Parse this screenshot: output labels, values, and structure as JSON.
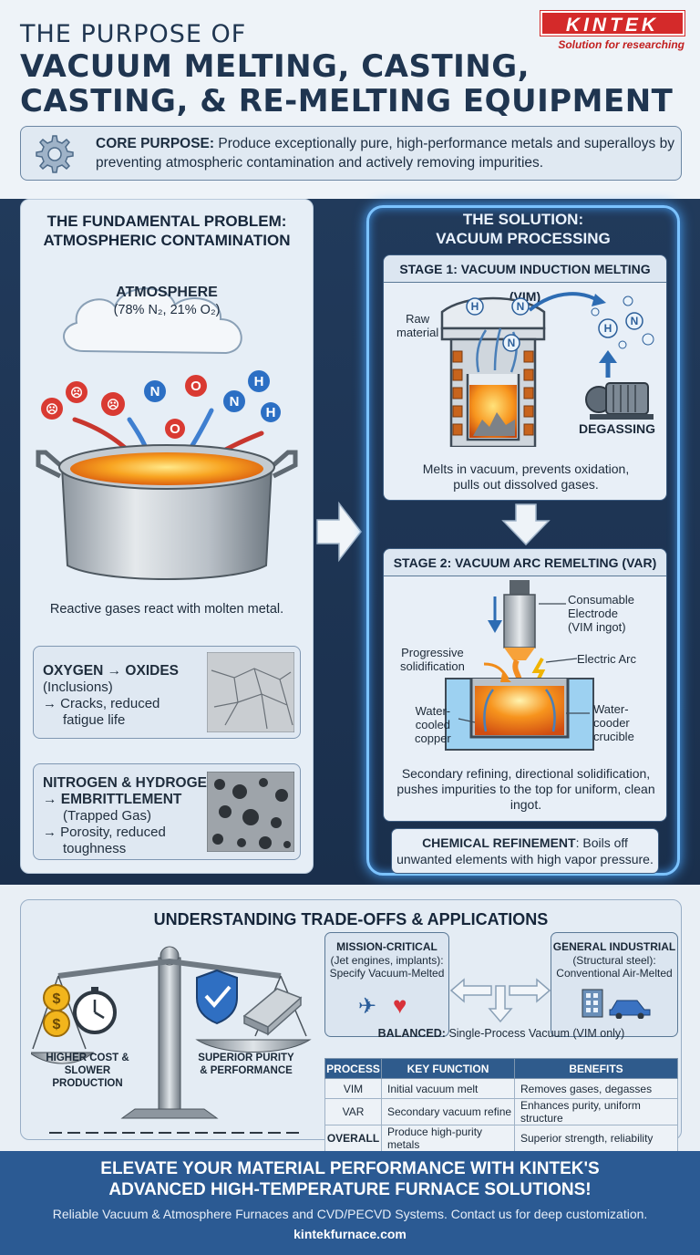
{
  "header": {
    "title_line1": "THE PURPOSE OF",
    "title_line2": "VACUUM MELTING, CASTING,",
    "title_line3": "CASTING, & RE-MELTING EQUIPMENT",
    "logo_text": "KINTEK",
    "logo_tagline": "Solution for researching",
    "core_label": "CORE PURPOSE:",
    "core_text": " Produce exceptionally pure, high-performance metals and superalloys by preventing atmospheric contamination and actively removing impurities."
  },
  "problem": {
    "title_line1": "THE FUNDAMENTAL PROBLEM:",
    "title_line2": "ATMOSPHERIC CONTAMINATION",
    "cloud_title": "ATMOSPHERE",
    "cloud_sub": "(78% N₂, 21% O₂)",
    "gas_symbols": [
      "N",
      "O",
      "N",
      "H",
      "O",
      "H"
    ],
    "caption": "Reactive gases react with molten metal.",
    "oxygen_title": "OXYGEN → OXIDES",
    "oxygen_sub": "(Inclusions)",
    "oxygen_effect1": "→ Cracks, reduced",
    "oxygen_effect2": "fatigue life",
    "nitrogen_title1": "NITROGEN & HYDROGEN",
    "nitrogen_title2": "→ EMBRITTLEMENT",
    "nitrogen_sub": "(Trapped Gas)",
    "nitrogen_effect1": "→ Porosity, reduced",
    "nitrogen_effect2": "toughness"
  },
  "solution": {
    "title_line1": "THE SOLUTION:",
    "title_line2": "VACUUM PROCESSING",
    "stage1": {
      "title": "STAGE 1: VACUUM INDUCTION MELTING (VIM)",
      "raw_label1": "Raw",
      "raw_label2": "material",
      "degassing": "DEGASSING",
      "gas_symbols": [
        "H",
        "N",
        "N",
        "H",
        "N"
      ],
      "caption1": "Melts in vacuum, prevents oxidation,",
      "caption2": "pulls out dissolved gases."
    },
    "stage2": {
      "title": "STAGE 2: VACUUM ARC REMELTING (VAR)",
      "electrode1": "Consumable",
      "electrode2": "Electrode",
      "electrode3": "(VIM ingot)",
      "progressive1": "Progressive",
      "progressive2": "solidification",
      "arc": "Electric Arc",
      "water_left1": "Water-",
      "water_left2": "cooled",
      "water_left3": "copper",
      "water_right1": "Water-",
      "water_right2": "cooder",
      "water_right3": "crucible",
      "caption1": "Secondary refining, directional solidification,",
      "caption2": "pushes impurities to the top for uniform, clean",
      "caption3": "ingot."
    },
    "chem_label": "CHEMICAL REFINEMENT",
    "chem_text1": ": Boils off",
    "chem_text2": "unwanted elements with high vapor pressure."
  },
  "tradeoffs": {
    "title": "UNDERSTANDING TRADE-OFFS & APPLICATIONS",
    "left_pan1": "HIGHER COST &",
    "left_pan2": "SLOWER PRODUCTION",
    "right_pan1": "SUPERIOR PURITY",
    "right_pan2": "& PERFORMANCE",
    "mission_title": "MISSION-CRITICAL",
    "mission_sub1": "(Jet engines, implants):",
    "mission_sub2": "Specify Vacuum-Melted",
    "general_title": "GENERAL INDUSTRIAL",
    "general_sub1": "(Structural steel):",
    "general_sub2": "Conventional Air-Melted",
    "balanced_label": "BALANCED:",
    "balanced_text": " Single-Process Vacuum (VIM only)",
    "table": {
      "headers": [
        "PROCESS",
        "KEY FUNCTION",
        "BENEFITS"
      ],
      "rows": [
        [
          "VIM",
          "Initial vacuum melt",
          "Removes gases, degasses"
        ],
        [
          "VAR",
          "Secondary vacuum refine",
          "Enhances purity, uniform structure"
        ],
        [
          "OVERALL",
          "Produce high-purity metals",
          "Superior strength, reliability"
        ]
      ]
    }
  },
  "cta": {
    "line1": "ELEVATE YOUR MATERIAL PERFORMANCE WITH KINTEK'S",
    "line2": "ADVANCED HIGH-TEMPERATURE FURNACE SOLUTIONS!",
    "line3": "Reliable Vacuum & Atmosphere Furnaces and CVD/PECVD Systems. Contact us for deep customization.",
    "url": "kintekfurnace.com"
  },
  "colors": {
    "navy": "#1f3550",
    "band": "#213a5b",
    "glow": "#7cc3ff",
    "brand_red": "#d42a2a",
    "cta_blue": "#2b5a93",
    "molten": "#f59a1f"
  }
}
